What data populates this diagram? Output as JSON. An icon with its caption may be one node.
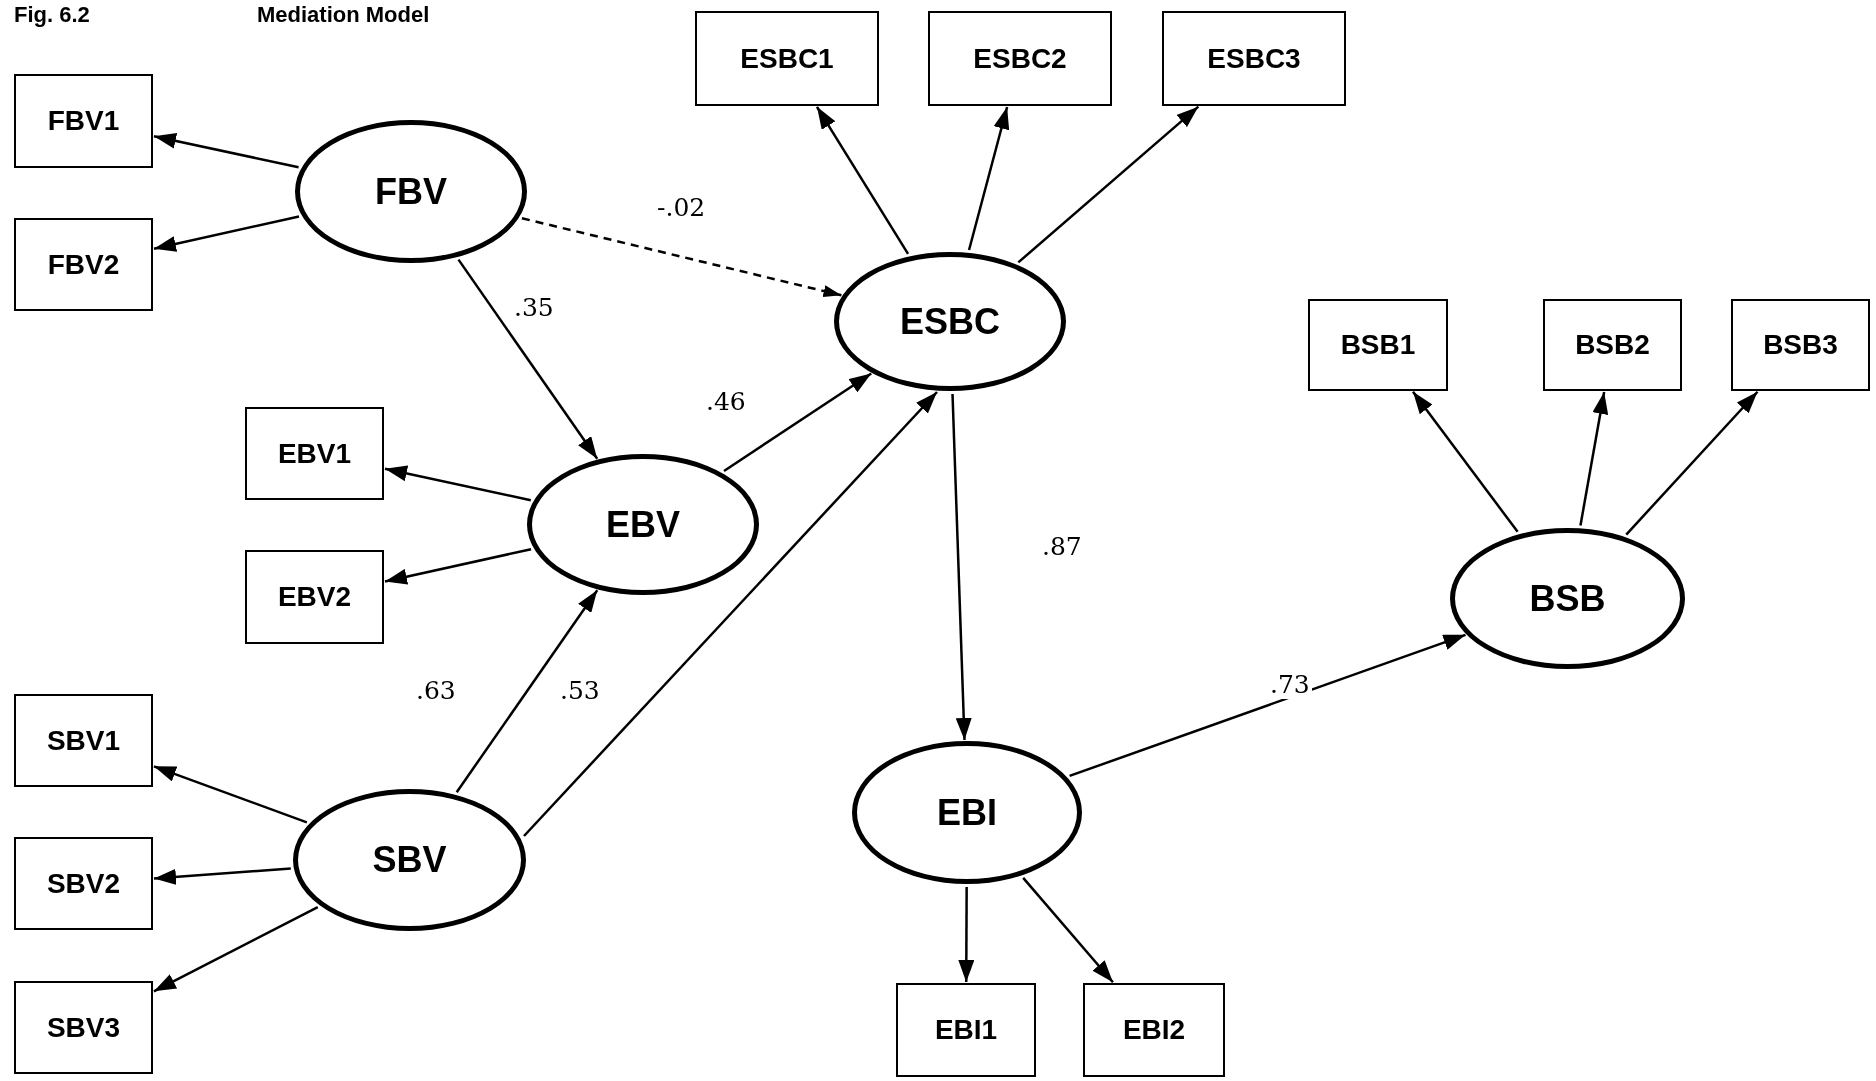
{
  "diagram": {
    "title": "Mediation Model",
    "nodes": [
      {
        "text": [
          "FBV1"
        ]
      },
      {
        "text": [
          "FBV2"
        ]
      },
      {
        "text": [
          "FBV"
        ]
      },
      {
        "text": [
          "ESBC1"
        ]
      },
      {
        "text": [
          "ESBC2"
        ]
      },
      {
        "text": [
          "ESBC3"
        ]
      },
      {
        "text": [
          "ESBC"
        ]
      },
      {
        "text": [
          "EBV1"
        ]
      },
      {
        "text": [
          "EBV2"
        ]
      },
      {
        "text": [
          "EBV"
        ]
      },
      {
        "text": [
          "BSB1"
        ]
      },
      {
        "text": [
          "BSB2"
        ]
      },
      {
        "text": [
          "BSB3"
        ]
      },
      {
        "text": [
          "BSB"
        ]
      },
      {
        "text": [
          "SBV1"
        ]
      },
      {
        "text": [
          "SBV2"
        ]
      },
      {
        "text": [
          "SBV3"
        ]
      },
      {
        "text": [
          "SBV"
        ]
      },
      {
        "text": [
          "EBI"
        ]
      },
      {
        "text": [
          "EBI1"
        ]
      },
      {
        "text": [
          "EBI2"
        ]
      }
    ],
    "edges": [
      {
        "from": 2,
        "to": 0,
        "arrow": "to"
      },
      {
        "from": 2,
        "to": 1,
        "arrow": "to"
      },
      {
        "from": 2,
        "to": 6,
        "arrow": "to",
        "label": "-.02",
        "style": "dashed"
      },
      {
        "from": 2,
        "to": 9,
        "arrow": "to",
        "label": ".35"
      },
      {
        "from": 6,
        "to": 3,
        "arrow": "to"
      },
      {
        "from": 6,
        "to": 4,
        "arrow": "to"
      },
      {
        "from": 6,
        "to": 5,
        "arrow": "to"
      },
      {
        "from": 9,
        "to": 7,
        "arrow": "to"
      },
      {
        "from": 9,
        "to": 8,
        "arrow": "to"
      },
      {
        "from": 9,
        "to": 6,
        "arrow": "to",
        "label": ".46"
      },
      {
        "from": 17,
        "to": 9,
        "arrow": "to",
        "label": ".63"
      },
      {
        "from": 17,
        "to": 6,
        "arrow": "to",
        "label": ".53"
      },
      {
        "from": 6,
        "to": 18,
        "arrow": "to",
        "label": ".87"
      },
      {
        "from": 18,
        "to": 13,
        "arrow": "to",
        "label": ".73"
      },
      {
        "from": 13,
        "to": 10,
        "arrow": "to"
      },
      {
        "from": 13,
        "to": 11,
        "arrow": "to"
      },
      {
        "from": 13,
        "to": 12,
        "arrow": "to"
      },
      {
        "from": 17,
        "to": 14,
        "arrow": "to"
      },
      {
        "from": 17,
        "to": 15,
        "arrow": "to"
      },
      {
        "from": 17,
        "to": 16,
        "arrow": "to"
      },
      {
        "from": 18,
        "to": 19,
        "arrow": "to"
      },
      {
        "from": 18,
        "to": 20,
        "arrow": "to"
      }
    ],
    "labels": [
      "Fig. 6.2"
    ]
  }
}
